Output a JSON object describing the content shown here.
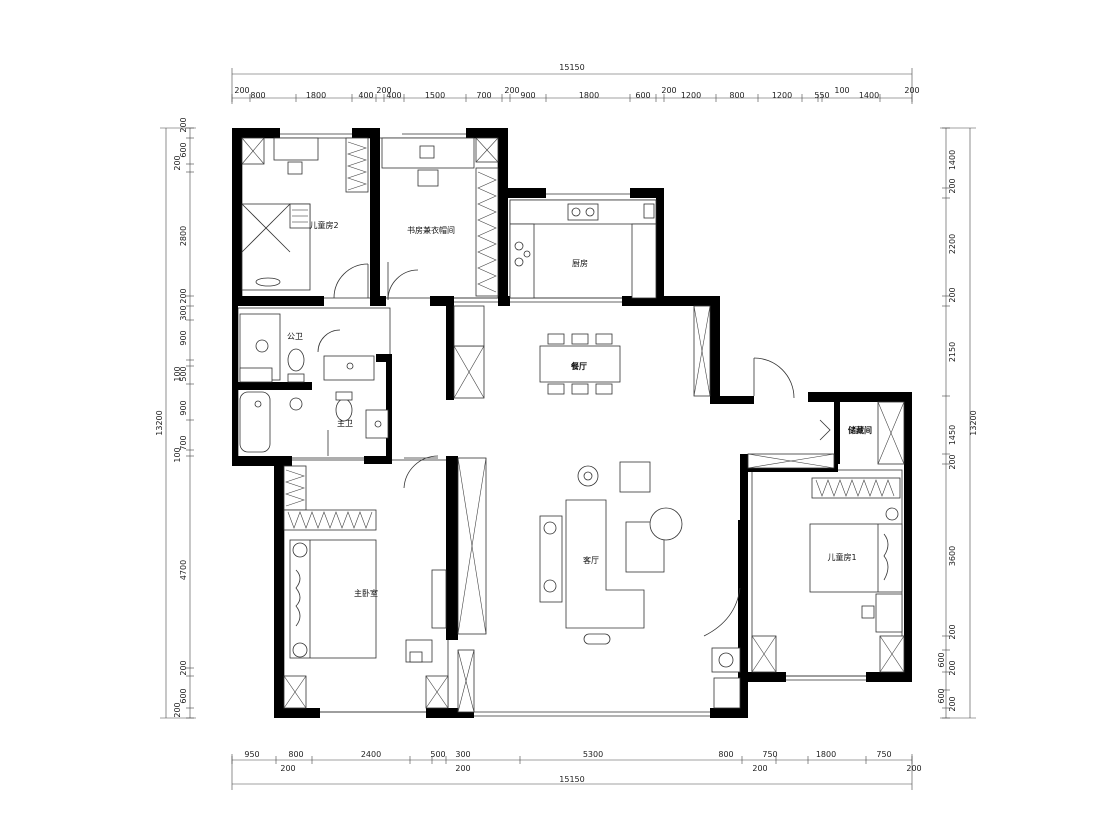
{
  "plan": {
    "rooms": {
      "child_room_2": "儿童房2",
      "study_cloakroom": "书房兼衣帽间",
      "kitchen": "厨房",
      "public_bath": "公卫",
      "master_bath": "主卫",
      "dining": "餐厅",
      "living": "客厅",
      "storage": "储藏间",
      "child_room_1": "儿童房1",
      "master_bedroom": "主卧室"
    },
    "dims": {
      "total_top": "15150",
      "total_bottom": "15150",
      "total_left": "13200",
      "total_right": "13200",
      "top_row": [
        "200",
        "800",
        "1800",
        "400",
        "200",
        "400",
        "1500",
        "700",
        "200",
        "900",
        "1800",
        "600",
        "200",
        "1200",
        "800",
        "1200",
        "550",
        "100",
        "1400",
        "200"
      ],
      "bottom_row": [
        "950",
        "800",
        "2400",
        "500",
        "300",
        "5300",
        "800",
        "750",
        "1800",
        "750"
      ],
      "bottom_row2": [
        "200",
        "200",
        "200",
        "200"
      ],
      "left_col": [
        "200",
        "600",
        "200",
        "2800",
        "200",
        "300",
        "900",
        "100",
        "500",
        "900",
        "700",
        "100",
        "4700",
        "200",
        "600",
        "200"
      ],
      "right_col": [
        "1400",
        "200",
        "2200",
        "200",
        "2150",
        "1450",
        "200",
        "3600",
        "200",
        "600",
        "200",
        "600",
        "200"
      ]
    }
  }
}
